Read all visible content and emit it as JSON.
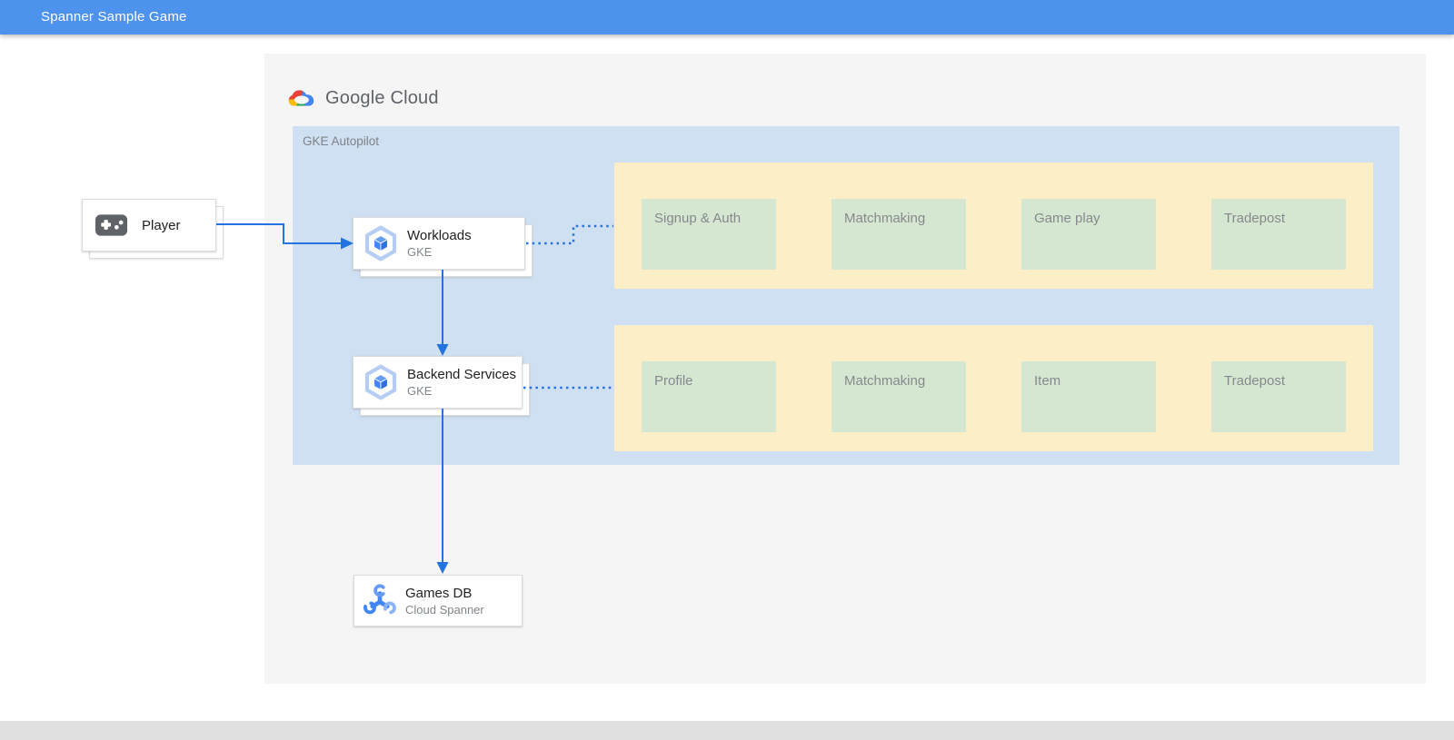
{
  "app_bar": {
    "title": "Spanner Sample Game"
  },
  "logo": {
    "label": "Google Cloud"
  },
  "diagram": {
    "container_label": "GKE Autopilot",
    "nodes": {
      "player": {
        "label": "Player"
      },
      "workloads": {
        "title": "Workloads",
        "subtitle": "GKE"
      },
      "backend": {
        "title": "Backend Services",
        "subtitle": "GKE"
      },
      "games_db": {
        "title": "Games DB",
        "subtitle": "Cloud Spanner"
      }
    },
    "service_rows": [
      {
        "items": [
          "Signup & Auth",
          "Matchmaking",
          "Game play",
          "Tradepost"
        ]
      },
      {
        "items": [
          "Profile",
          "Matchmaking",
          "Item",
          "Tradepost"
        ]
      }
    ]
  },
  "colors": {
    "appbar_blue": "#4d93ee",
    "connector_blue": "#2374e1",
    "gke_box_blue": "#cfe0f2",
    "service_row_yellow": "#fcefc7",
    "service_item_green": "#d6e7d1",
    "panel_gray": "#f5f5f5",
    "footer_gray": "#e0e0e0"
  }
}
